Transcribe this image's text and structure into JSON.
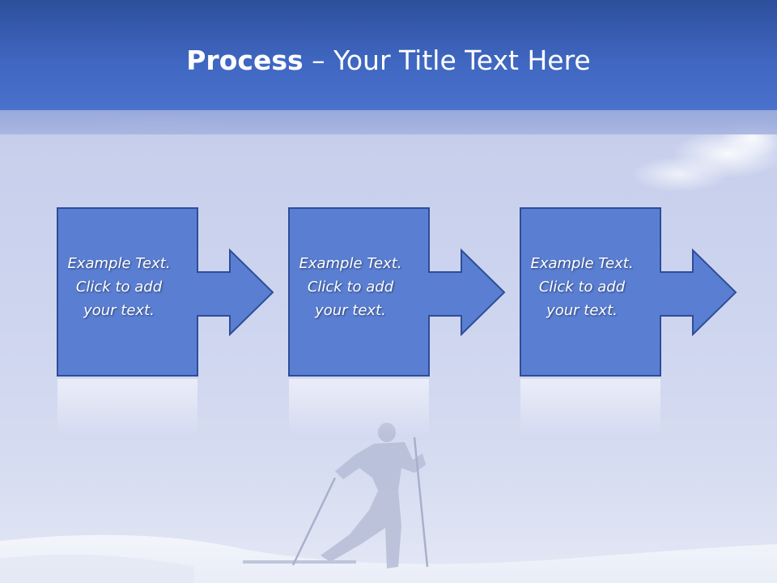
{
  "slide": {
    "title_bold": "Process",
    "title_rest": " – Your Title Text Here",
    "accent_color": "#5a7fd2",
    "header_color": "#3f66c0"
  },
  "steps": [
    {
      "line1": "Example Text.",
      "line2": "Click  to add",
      "line3": "your text."
    },
    {
      "line1": "Example Text.",
      "line2": "Click  to add",
      "line3": "your text."
    },
    {
      "line1": "Example Text.",
      "line2": "Click  to add",
      "line3": "your text."
    }
  ]
}
